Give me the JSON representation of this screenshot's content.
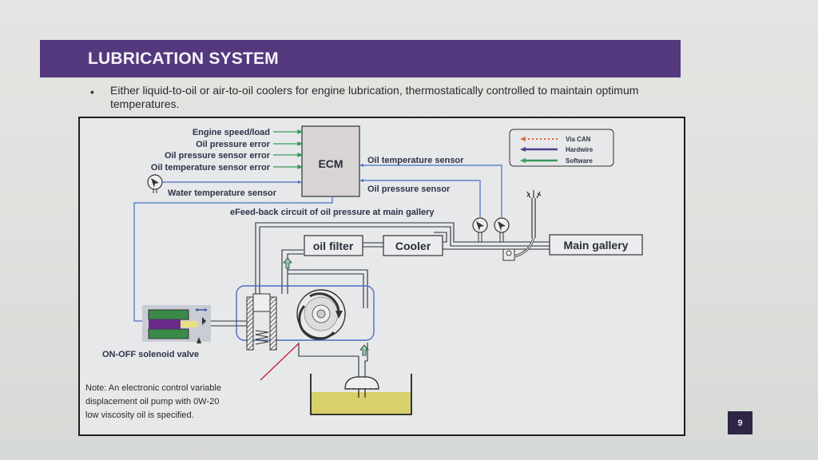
{
  "header": {
    "title": "LUBRICATION SYSTEM"
  },
  "bullet": {
    "symbol": "•",
    "text": "Either liquid-to-oil or air-to-oil coolers for engine lubrication, thermostatically controlled to maintain optimum temperatures."
  },
  "diagram": {
    "ecm_label": "ECM",
    "inputs": [
      "Engine speed/load",
      "Oil pressure error",
      "Oil pressure sensor error",
      "Oil temperature sensor error"
    ],
    "water_temp_sensor": "Water temperature sensor",
    "oil_temp_sensor": "Oil temperature sensor",
    "oil_pressure_sensor": "Oil pressure sensor",
    "feedback_label": "Feed-back circuit of oil pressure at main gallery",
    "feedback_marker": "e",
    "oil_filter": "oil filter",
    "cooler": "Cooler",
    "main_gallery": "Main gallery",
    "solenoid_label": "ON-OFF solenoid valve",
    "note_lines": [
      "Note: An electronic control variable",
      "displacement oil pump with 0W-20",
      "low viscosity oil is specified."
    ],
    "legend": [
      {
        "label": "Via CAN",
        "color": "#e5673a"
      },
      {
        "label": "Hardwire",
        "color": "#4b3f8f"
      },
      {
        "label": "Software",
        "color": "#3a9a5a"
      }
    ],
    "colors": {
      "software_line": "#3a9a5a",
      "hardwire_line": "#4a6fc0",
      "oil_line": "#2b2e3a",
      "oil_fill": "#d8d06a",
      "pointer": "#cc2233"
    }
  },
  "footer": {
    "page_number": "9"
  }
}
